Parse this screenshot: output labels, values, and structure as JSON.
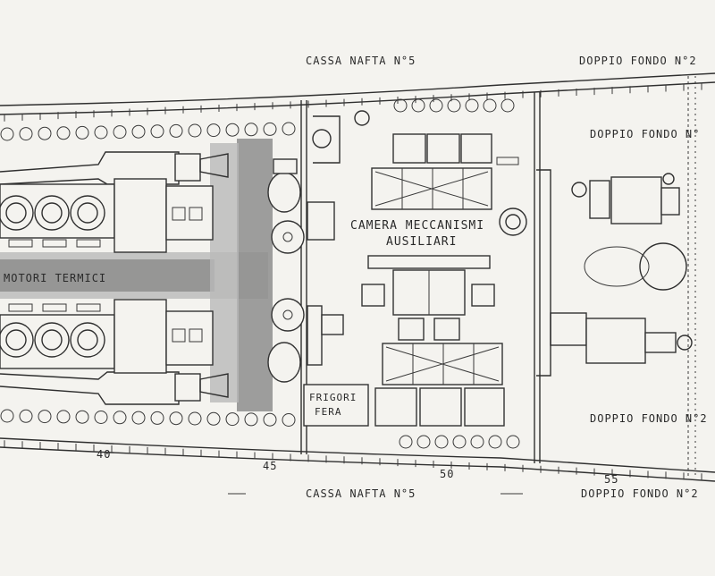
{
  "labels": {
    "top_tank": "CASSA NAFTA N°5",
    "top_double_bottom": "DOPPIO FONDO N°2",
    "inner_double_bottom_top": "DOPPIO FONDO N°",
    "room_name_line1": "CAMERA MECCANISMI",
    "room_name_line2": "AUSILIARI",
    "engine_label": "MOTORI TERMICI",
    "fridge_line1": "FRIGORI",
    "fridge_line2": "FERA",
    "inner_double_bottom_bottom": "DOPPIO FONDO N°2",
    "bottom_tank": "CASSA NAFTA N°5",
    "bottom_double_bottom": "DOPPIO FONDO N°2"
  },
  "frame_numbers": [
    "40",
    "45",
    "50",
    "55"
  ],
  "colors": {
    "paper": "#f4f3ef",
    "ink": "#2f2f2f",
    "shade": "#8d8d8d"
  }
}
